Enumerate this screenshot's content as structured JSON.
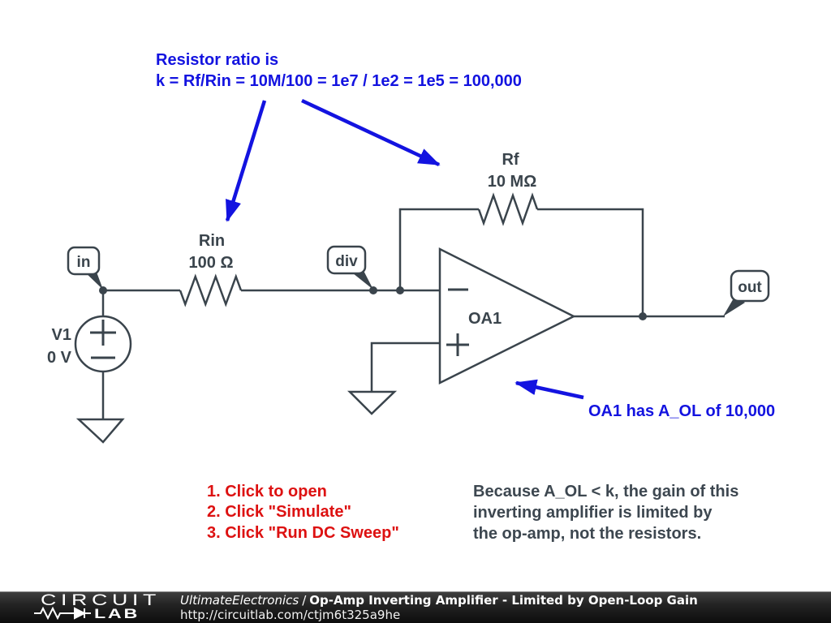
{
  "colors": {
    "annotation_blue": "#1313e0",
    "instruction_red": "#dd1111",
    "circuit_slate": "#3a444c",
    "note_gray": "#3d4750",
    "footer_bg": "#1c1c1c"
  },
  "annotations": {
    "ratio_line1": "Resistor ratio is",
    "ratio_line2": "k = Rf/Rin = 10M/100 = 1e7 / 1e2 = 1e5 = 100,000",
    "oa1_note": "OA1 has A_OL of 10,000"
  },
  "instructions": {
    "step1": "1. Click to open",
    "step2": "2. Click \"Simulate\"",
    "step3": "3. Click \"Run DC Sweep\""
  },
  "note": {
    "line1": "Because A_OL < k, the gain of this",
    "line2": "inverting amplifier is limited by",
    "line3": "the op-amp, not the resistors."
  },
  "circuit": {
    "source": {
      "name": "V1",
      "value": "0 V"
    },
    "resistor_in": {
      "name": "Rin",
      "value": "100 Ω"
    },
    "resistor_f": {
      "name": "Rf",
      "value": "10 MΩ"
    },
    "opamp": {
      "name": "OA1"
    },
    "nets": {
      "in": "in",
      "div": "div",
      "out": "out"
    }
  },
  "footer": {
    "logo_word": "CIRCUIT",
    "logo_lab": "LAB",
    "author": "UltimateElectronics",
    "separator": "/",
    "title": "Op-Amp Inverting Amplifier - Limited by Open-Loop Gain",
    "url": "http://circuitlab.com/ctjm6t325a9he"
  }
}
